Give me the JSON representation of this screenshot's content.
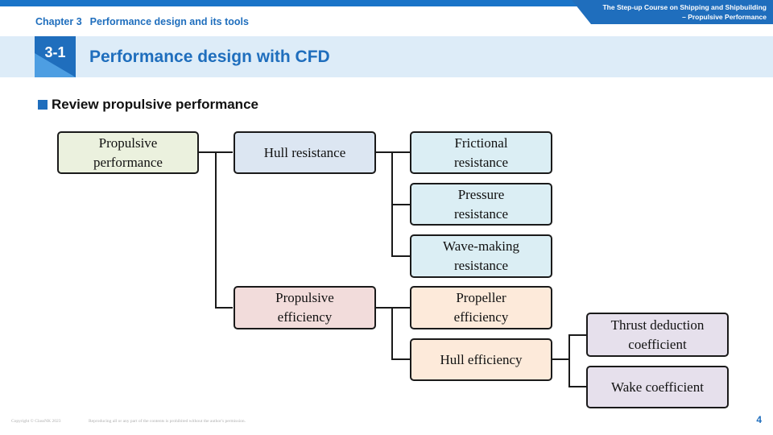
{
  "header": {
    "course_line1": "The Step-up Course on Shipping and Shipbuilding",
    "course_line2": "– Propulsive Performance",
    "chapter_number": "Chapter 3",
    "chapter_title": "Performance design and its tools"
  },
  "section": {
    "number": "3-1",
    "title": "Performance design with CFD"
  },
  "subheading": "Review propulsive performance",
  "diagram": {
    "nodes": [
      {
        "id": "propulsive-performance",
        "label": "Propulsive\nperformance",
        "fill": "#ebf1de"
      },
      {
        "id": "hull-resistance",
        "label": "Hull resistance",
        "fill": "#dce6f2"
      },
      {
        "id": "frictional-resistance",
        "label": "Frictional\nresistance",
        "fill": "#dbeef4"
      },
      {
        "id": "pressure-resistance",
        "label": "Pressure\nresistance",
        "fill": "#dbeef4"
      },
      {
        "id": "wave-making-resistance",
        "label": "Wave-making\nresistance",
        "fill": "#dbeef4"
      },
      {
        "id": "propulsive-efficiency",
        "label": "Propulsive\nefficiency",
        "fill": "#f2dcdb"
      },
      {
        "id": "propeller-efficiency",
        "label": "Propeller\nefficiency",
        "fill": "#fdeada"
      },
      {
        "id": "hull-efficiency",
        "label": "Hull efficiency",
        "fill": "#fdeada"
      },
      {
        "id": "thrust-deduction-coefficient",
        "label": "Thrust deduction\ncoefficient",
        "fill": "#e6e0ec"
      },
      {
        "id": "wake-coefficient",
        "label": "Wake coefficient",
        "fill": "#e6e0ec"
      }
    ],
    "edges": [
      [
        "propulsive-performance",
        "hull-resistance"
      ],
      [
        "propulsive-performance",
        "propulsive-efficiency"
      ],
      [
        "hull-resistance",
        "frictional-resistance"
      ],
      [
        "hull-resistance",
        "pressure-resistance"
      ],
      [
        "hull-resistance",
        "wave-making-resistance"
      ],
      [
        "propulsive-efficiency",
        "propeller-efficiency"
      ],
      [
        "propulsive-efficiency",
        "hull-efficiency"
      ],
      [
        "hull-efficiency",
        "thrust-deduction-coefficient"
      ],
      [
        "hull-efficiency",
        "wake-coefficient"
      ]
    ]
  },
  "footer": {
    "copyright": "Copyright © ClassNK 2023",
    "notice": "Reproducing all or any part of the contents is prohibited without the author's permission.",
    "page_number": "4"
  }
}
